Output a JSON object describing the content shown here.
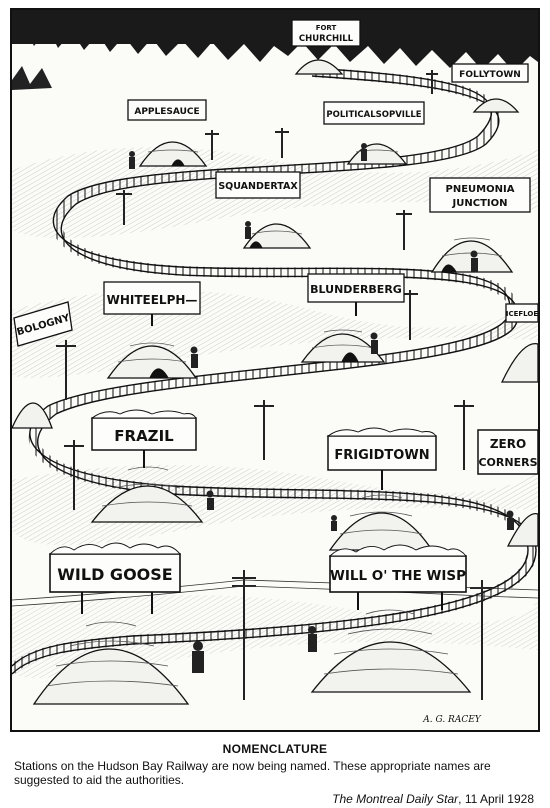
{
  "cartoon": {
    "signs": {
      "fort_churchill_line1": "FORT",
      "fort_churchill_line2": "CHURCHILL",
      "follytown": "FOLLYTOWN",
      "applesauce": "APPLESAUCE",
      "politicalsopville": "POLITICALSOPVILLE",
      "squandertax": "SQUANDERTAX",
      "pneumonia_line1": "PNEUMONIA",
      "pneumonia_line2": "JUNCTION",
      "bologny": "BOLOGNY",
      "whiteelph": "WHITEELPH—",
      "blunderberg": "BLUNDERBERG",
      "icefloe": "ICEFLOE",
      "frazil": "FRAZIL",
      "frigidtown": "FRIGIDTOWN",
      "zero_line1": "ZERO",
      "zero_line2": "CORNERS",
      "wild_goose": "WILD GOOSE",
      "will_o_the_wisp": "WILL O' THE WISP"
    },
    "signature": "A. G. RACEY"
  },
  "caption": {
    "title": "NOMENCLATURE",
    "body": "Stations on the Hudson Bay Railway are now being named. These appropriate names are suggested to aid the authorities.",
    "source_publication": "The Montreal Daily Star",
    "source_date": ", 11 April 1928"
  }
}
